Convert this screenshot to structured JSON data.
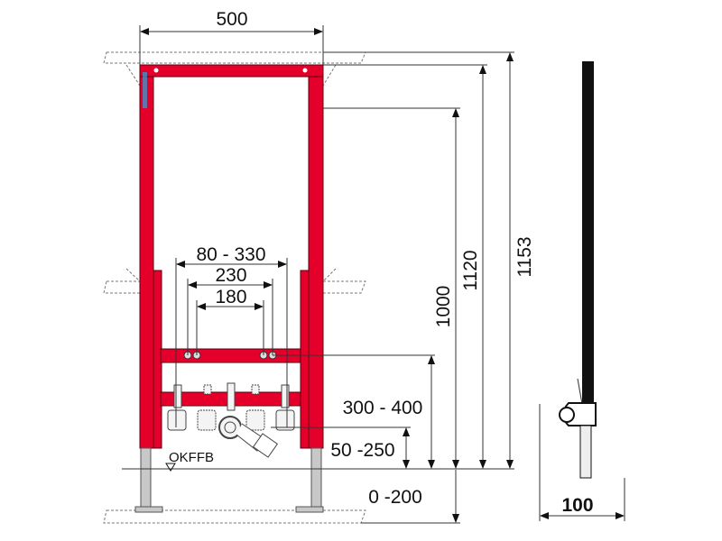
{
  "colors": {
    "frame": "#e4002b",
    "legs": "#c8c8c8",
    "lines": "#333333"
  },
  "dimensions": {
    "width": "500",
    "h1153": "1153",
    "h1120": "1120",
    "h1000": "1000",
    "range_80_330": "80 - 330",
    "d230": "230",
    "d180": "180",
    "range_300_400": "300 - 400",
    "range_50_250": "50 -250",
    "range_0_200": "0 -200",
    "depth": "100"
  },
  "labels": {
    "floor_level": "OKFFB"
  }
}
